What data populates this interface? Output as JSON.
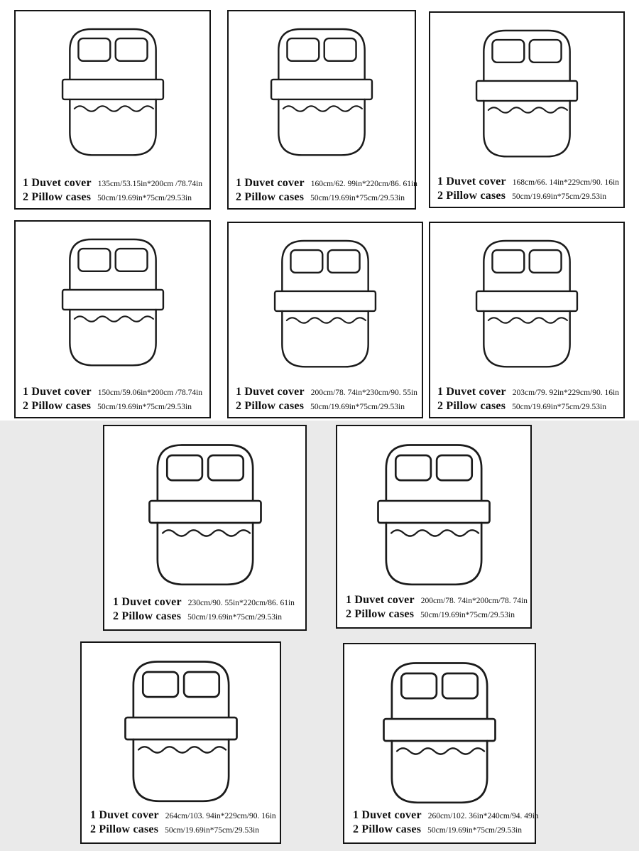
{
  "labels": {
    "duvet": "1 Duvet cover",
    "pillow": "2 Pillow cases"
  },
  "panels": [
    {
      "duvet_size": "135cm/53.15in*200cm /78.74in",
      "pillow_size": "50cm/19.69in*75cm/29.53in"
    },
    {
      "duvet_size": "160cm/62. 99in*220cm/86. 61in",
      "pillow_size": "50cm/19.69in*75cm/29.53in"
    },
    {
      "duvet_size": "168cm/66. 14in*229cm/90. 16in",
      "pillow_size": "50cm/19.69in*75cm/29.53in"
    },
    {
      "duvet_size": "150cm/59.06in*200cm /78.74in",
      "pillow_size": "50cm/19.69in*75cm/29.53in"
    },
    {
      "duvet_size": "200cm/78. 74in*230cm/90. 55in",
      "pillow_size": "50cm/19.69in*75cm/29.53in"
    },
    {
      "duvet_size": "203cm/79. 92in*229cm/90. 16in",
      "pillow_size": "50cm/19.69in*75cm/29.53in"
    },
    {
      "duvet_size": "230cm/90. 55in*220cm/86. 61in",
      "pillow_size": "50cm/19.69in*75cm/29.53in"
    },
    {
      "duvet_size": "200cm/78. 74in*200cm/78. 74in",
      "pillow_size": "50cm/19.69in*75cm/29.53in"
    },
    {
      "duvet_size": "264cm/103. 94in*229cm/90. 16in",
      "pillow_size": "50cm/19.69in*75cm/29.53in"
    },
    {
      "duvet_size": "260cm/102. 36in*240cm/94. 49in",
      "pillow_size": "50cm/19.69in*75cm/29.53in"
    }
  ]
}
